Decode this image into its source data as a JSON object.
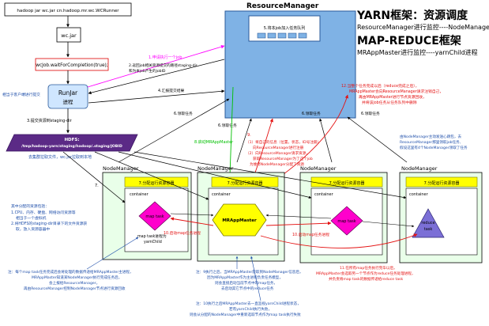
{
  "titles": {
    "yarn_title": "YARN框架：资源调度",
    "yarn_sub": "ResourceManager进行监控----NodeManager",
    "mr_title": "MAP-REDUCE框架",
    "mr_sub": "MRAppMaster进行监控----yarnChild进程"
  },
  "client": {
    "command": "hadoop jar wc.jar cn.hadoop.mr.wc.WCRunner",
    "jar": "wc.jar",
    "wait": "wcJob.waitForCompletion(true);",
    "runjar_line1": "RunJar",
    "runjar_line2": "进程",
    "side_note": "相当于客户端进行提交"
  },
  "hdfs": {
    "label": "HDFS:",
    "path": "/tmp/hadoop-yarn/staging/hadoop/.staging/JOBID"
  },
  "rm": {
    "title": "ResourceManager",
    "queue_label": "5.将本job加入任务队列"
  },
  "steps": {
    "s1": "1.申请执行一个job",
    "s2_l1": "2.返回job相关资源提交的路径staging-dir",
    "s2_l2": "和为本job产生的jobID",
    "s3": "3.提交资源到staging-dir",
    "s4": "4.汇报提交结果",
    "s6a": "6.领取任务",
    "s6b": "6.领取任务",
    "s6c": "6.领取任务",
    "s6d": "6.领取任务",
    "s7": "7.",
    "s8": "8.启动MRAppMaster",
    "s9_1": "9.",
    "s9_2": "（1）将自己的信息（位置，状态，ID号注册）",
    "s9_3": "向ResourceManager进行注册",
    "s9_4": "（2）向ResourceManager请求资源，",
    "s9_5": "获取ResourceManager为了这个job",
    "s9_6": "为维修NodeManager分配了资源",
    "s10a": "10.启动map任务进程",
    "s10b": "10.启动map任务进程",
    "s12_1": "12.当整个任务完成以后（reduce完成之后），",
    "s12_2": "MRAppMaster会向ResourceManager请求注销自己，",
    "s12_3": "再由MRAppMaster进行节点资源回收，",
    "s12_4": "并将该job任务从任务队列中删除"
  },
  "copy_note": "去集群拉取文件，wc.jar拉取到本地",
  "nodes": [
    {
      "title": "NodeManager",
      "slot": "7.分配运行资源容器",
      "container": "container",
      "task": "map task",
      "task_note_l1": "map task进程为",
      "task_note_l2": "yarnChild"
    },
    {
      "title": "NodeManager",
      "slot": "7.分配运行资源容器",
      "container": "container",
      "task": "MRAppMaster"
    },
    {
      "title": "NodeManager",
      "slot": "7.分配运行资源容器",
      "container": "container",
      "task": "map task"
    },
    {
      "title": "NodeManager",
      "slot": "7.分配运行资源容器",
      "container": "container",
      "task_l1": "reduce",
      "task_l2": "task"
    }
  ],
  "notes": {
    "left_resources": [
      "其中分配的资源包括：",
      "1.CPU、内存、硬盘、网络访问资源等",
      "相当于一个虚拟机",
      "2.将HDFS的staging-dir目录下的文件资源获",
      "取，放入资源容器中"
    ],
    "right_top": [
      "由NodeManager主动发送心跳包，去",
      "ResourceManager那里领取job任务,",
      "假设这里有4个NodeManager领取了任务"
    ],
    "bottom_1": [
      "注：每个map task任务完成后会将处理的数据传递给MRAppMaster主进程，",
      "MRAppMaster知道某NodeManager执行完成任务后，",
      "会上报给ResourceManager，",
      "再由ResourceManager控制NodeManager节点进行资源回收"
    ],
    "bottom_2": [
      "注：9执行之后，当MRAppMaster获取到NodeManager信息后，",
      "因为MRAppMaster作为主进程负责任务模型，",
      "则会直接启动当前节点中的map任务，",
      "去启动其它节点中的reduce任务"
    ],
    "bottom_3": [
      "注：10执行之后MRAppMaster去一直监视yarnChild进程状态，",
      "若有yarnChild执行失败，",
      "则会从分配的NodeManager中重新选取节点作为map task执行失败"
    ],
    "right_11": [
      "11.在所有map任务执行完毕以后，",
      "MRAppMaster会选取另一个节点作为reduce任务处理进程，",
      "并负责将map task的数据传递给reduce task"
    ]
  },
  "colors": {
    "rm_blue": "#7fb2e5",
    "yellow": "#ffff00",
    "box_blue": "#cfe6ff",
    "magenta": "#ff00ff",
    "hdfs_purple": "#5b2a86",
    "note_blue": "#1f4faa",
    "arrow_red": "#e41111",
    "arrow_green": "#00c000",
    "reduce_purple": "#7b6fd6"
  }
}
